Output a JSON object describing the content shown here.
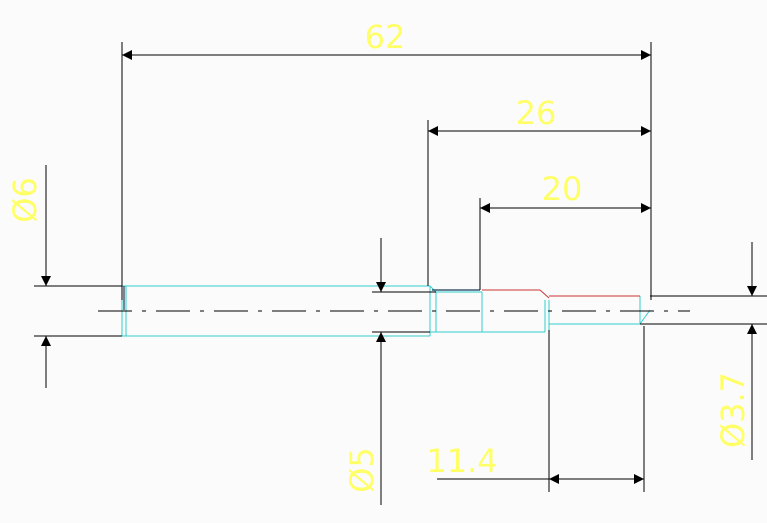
{
  "drawing": {
    "colors": {
      "dimension_line": "#000000",
      "dimension_text": "#ffff66",
      "part_outline": "#33cccc",
      "centerline": "#000000",
      "accent_edge": "#cc3333"
    },
    "dimensions": {
      "overall_length": "62",
      "step_length_26": "26",
      "step_length_20": "20",
      "neck_length": "11.4",
      "diameter_6": "Ø6",
      "diameter_5": "Ø5",
      "diameter_3_7": "Ø3.7"
    }
  }
}
